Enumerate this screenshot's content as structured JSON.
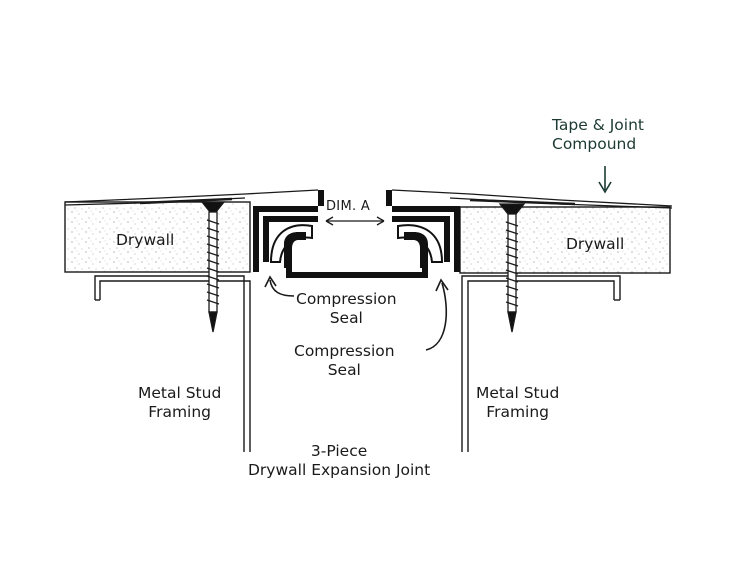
{
  "labels": {
    "tape_joint": [
      "Tape & Joint",
      "Compound"
    ],
    "drywall_left": "Drywall",
    "drywall_right": "Drywall",
    "dim_a": "DIM. A",
    "seal_upper": [
      "Compression",
      "Seal"
    ],
    "seal_lower": [
      "Compression",
      "Seal"
    ],
    "stud_left": [
      "Metal Stud",
      "Framing"
    ],
    "stud_right": [
      "Metal Stud",
      "Framing"
    ],
    "caption": [
      "3-Piece",
      "Drywall Expansion Joint"
    ]
  },
  "colors": {
    "line": "#1a1a1a",
    "profile_fill": "#111111",
    "callout_text": "#1c3a33",
    "speckle": "#9a9a9a"
  }
}
